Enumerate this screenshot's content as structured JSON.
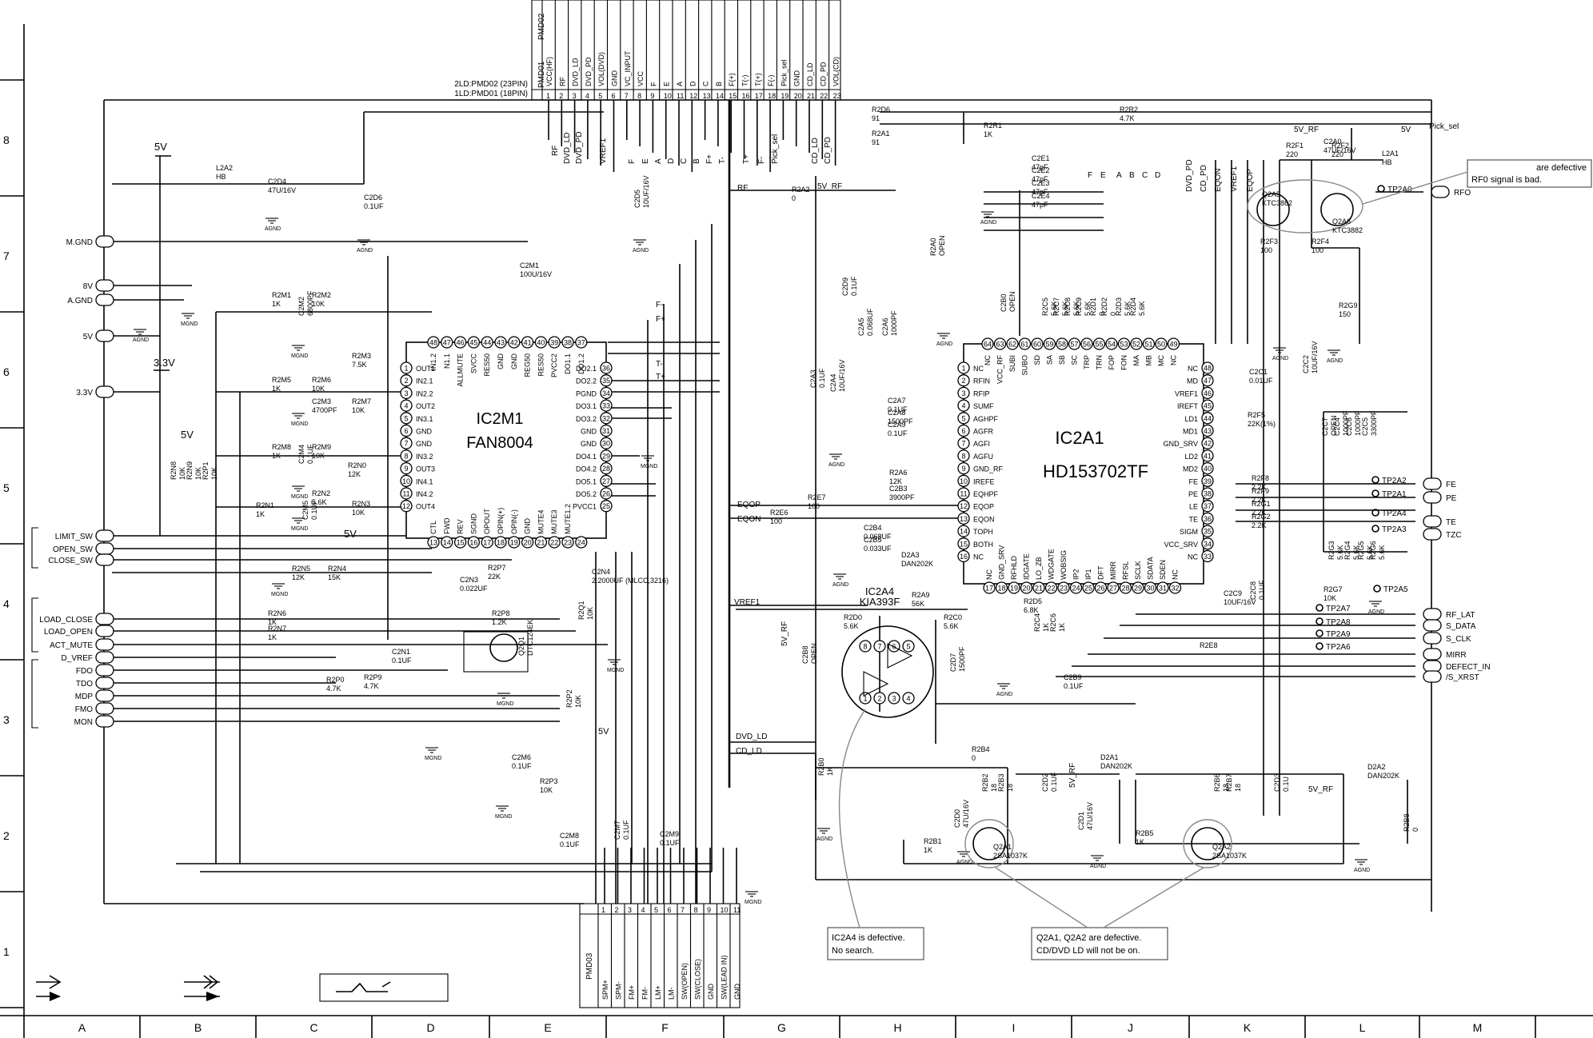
{
  "grid": {
    "rows": [
      "8",
      "7",
      "6",
      "5",
      "4",
      "3",
      "2",
      "1"
    ],
    "cols": [
      "A",
      "B",
      "C",
      "D",
      "E",
      "F",
      "G",
      "H",
      "I",
      "J",
      "K",
      "L",
      "M"
    ]
  },
  "header_connector": {
    "name_top": "PMD02",
    "name_bottom": "PMD01",
    "caption_1": "2LD:PMD02 (23PIN)",
    "caption_2": "1LD:PMD01 (18PIN)",
    "signals": [
      "VCC(HF)",
      "RF",
      "DVD_LD",
      "DVD_PD",
      "VOL(DVD)",
      "GND",
      "VC_INPUT",
      "VCC",
      "F",
      "E",
      "A",
      "D",
      "C",
      "B",
      "F(+)",
      "T(-)",
      "T(+)",
      "F(-)",
      "Pick_sel",
      "GND",
      "CD_LD",
      "CD_PD",
      "VOL(CD)"
    ],
    "pins": [
      "1",
      "2",
      "3",
      "4",
      "5",
      "6",
      "7",
      "8",
      "9",
      "10",
      "11",
      "12",
      "13",
      "14",
      "15",
      "16",
      "17",
      "18",
      "19",
      "20",
      "21",
      "22",
      "23"
    ]
  },
  "bottom_connector": {
    "name": "PMD03",
    "signals": [
      "SPM+",
      "SPM-",
      "FM+",
      "FM-",
      "LM+",
      "LM-",
      "SW(OPEN)",
      "SW(CLOSE)",
      "GND",
      "SW(LEAD IN)",
      "GND"
    ],
    "pins": [
      "1",
      "2",
      "3",
      "4",
      "5",
      "6",
      "7",
      "8",
      "9",
      "10",
      "11"
    ]
  },
  "ic2m1": {
    "ref": "IC2M1",
    "part": "FAN8004",
    "left_pins": [
      {
        "n": "1",
        "name": "OUT1"
      },
      {
        "n": "2",
        "name": "IN2.1"
      },
      {
        "n": "3",
        "name": "IN2.2"
      },
      {
        "n": "4",
        "name": "OUT2"
      },
      {
        "n": "5",
        "name": "IN3.1"
      },
      {
        "n": "6",
        "name": "GND"
      },
      {
        "n": "7",
        "name": "GND"
      },
      {
        "n": "8",
        "name": "IN3.2"
      },
      {
        "n": "9",
        "name": "OUT3"
      },
      {
        "n": "10",
        "name": "IN4.1"
      },
      {
        "n": "11",
        "name": "IN4.2"
      },
      {
        "n": "12",
        "name": "OUT4"
      }
    ],
    "top_pins": [
      {
        "n": "48",
        "name": "IN1.2"
      },
      {
        "n": "47",
        "name": "N1.1"
      },
      {
        "n": "46",
        "name": "ALLMUTE"
      },
      {
        "n": "45",
        "name": "SVCC"
      },
      {
        "n": "44",
        "name": "RES50"
      },
      {
        "n": "43",
        "name": "GND"
      },
      {
        "n": "42",
        "name": "GND"
      },
      {
        "n": "41",
        "name": "REG50"
      },
      {
        "n": "40",
        "name": "RES50"
      },
      {
        "n": "39",
        "name": "PVCC2"
      },
      {
        "n": "38",
        "name": "DO1.1"
      },
      {
        "n": "37",
        "name": "DO1.2"
      }
    ],
    "right_pins": [
      {
        "n": "36",
        "name": "DO2.1"
      },
      {
        "n": "35",
        "name": "DO2.2"
      },
      {
        "n": "34",
        "name": "PGND"
      },
      {
        "n": "33",
        "name": "DO3.1"
      },
      {
        "n": "32",
        "name": "DO3.2"
      },
      {
        "n": "31",
        "name": "GND"
      },
      {
        "n": "30",
        "name": "GND"
      },
      {
        "n": "29",
        "name": "DO4.1"
      },
      {
        "n": "28",
        "name": "DO4.2"
      },
      {
        "n": "27",
        "name": "DO5.1"
      },
      {
        "n": "26",
        "name": "DO5.2"
      },
      {
        "n": "25",
        "name": "PVCC1"
      }
    ],
    "bottom_pins": [
      {
        "n": "13",
        "name": "CTL"
      },
      {
        "n": "14",
        "name": "FWD"
      },
      {
        "n": "15",
        "name": "REV"
      },
      {
        "n": "16",
        "name": "SGND"
      },
      {
        "n": "17",
        "name": "OPOUT"
      },
      {
        "n": "18",
        "name": "OPIN(+)"
      },
      {
        "n": "19",
        "name": "OPIN(-)"
      },
      {
        "n": "20",
        "name": "GND"
      },
      {
        "n": "21",
        "name": "MUTE4"
      },
      {
        "n": "22",
        "name": "MUTE3"
      },
      {
        "n": "23",
        "name": "MUTE1.2"
      },
      {
        "n": "24",
        "name": ""
      }
    ]
  },
  "ic2a1": {
    "ref": "IC2A1",
    "part": "HD153702TF",
    "left_pins": [
      {
        "n": "1",
        "name": "NC"
      },
      {
        "n": "2",
        "name": "RFIN"
      },
      {
        "n": "3",
        "name": "RFIP"
      },
      {
        "n": "4",
        "name": "SUMF"
      },
      {
        "n": "5",
        "name": "AGHPF"
      },
      {
        "n": "6",
        "name": "AGFR"
      },
      {
        "n": "7",
        "name": "AGFI"
      },
      {
        "n": "8",
        "name": "AGFU"
      },
      {
        "n": "9",
        "name": "GND_RF"
      },
      {
        "n": "10",
        "name": "IREFE"
      },
      {
        "n": "11",
        "name": "EQHPF"
      },
      {
        "n": "12",
        "name": "EQOP"
      },
      {
        "n": "13",
        "name": "EQON"
      },
      {
        "n": "14",
        "name": "TOPH"
      },
      {
        "n": "15",
        "name": "BOTH"
      },
      {
        "n": "16",
        "name": "NC"
      }
    ],
    "top_pins": [
      {
        "n": "64",
        "name": "NC"
      },
      {
        "n": "63",
        "name": "VCC_RF"
      },
      {
        "n": "62",
        "name": "SUBI"
      },
      {
        "n": "61",
        "name": "SUBO"
      },
      {
        "n": "60",
        "name": "SD"
      },
      {
        "n": "59",
        "name": "SA"
      },
      {
        "n": "58",
        "name": "SB"
      },
      {
        "n": "57",
        "name": "SC"
      },
      {
        "n": "56",
        "name": "TRP"
      },
      {
        "n": "55",
        "name": "TRN"
      },
      {
        "n": "54",
        "name": "FOP"
      },
      {
        "n": "53",
        "name": "FON"
      },
      {
        "n": "52",
        "name": "MA"
      },
      {
        "n": "51",
        "name": "MB"
      },
      {
        "n": "50",
        "name": "MC"
      },
      {
        "n": "49",
        "name": "NC"
      }
    ],
    "right_pins": [
      {
        "n": "48",
        "name": "NC"
      },
      {
        "n": "47",
        "name": "MD"
      },
      {
        "n": "46",
        "name": "VREF1"
      },
      {
        "n": "45",
        "name": "IREFT"
      },
      {
        "n": "44",
        "name": "LD1"
      },
      {
        "n": "43",
        "name": "MD1"
      },
      {
        "n": "42",
        "name": "GND_SRV"
      },
      {
        "n": "41",
        "name": "LD2"
      },
      {
        "n": "40",
        "name": "MD2"
      },
      {
        "n": "39",
        "name": "FE"
      },
      {
        "n": "38",
        "name": "PE"
      },
      {
        "n": "37",
        "name": "LE"
      },
      {
        "n": "36",
        "name": "TE"
      },
      {
        "n": "35",
        "name": "SIGM"
      },
      {
        "n": "34",
        "name": "VCC_SRV"
      },
      {
        "n": "33",
        "name": "NC"
      }
    ],
    "bottom_pins": [
      {
        "n": "17",
        "name": "NC"
      },
      {
        "n": "18",
        "name": "GND_SRV"
      },
      {
        "n": "19",
        "name": "RFHLD"
      },
      {
        "n": "20",
        "name": "IDGATE"
      },
      {
        "n": "21",
        "name": "LO_ZB"
      },
      {
        "n": "22",
        "name": "WDGATE"
      },
      {
        "n": "23",
        "name": "WOBSIG"
      },
      {
        "n": "24",
        "name": "IP2"
      },
      {
        "n": "25",
        "name": "IP1"
      },
      {
        "n": "26",
        "name": "DFT"
      },
      {
        "n": "27",
        "name": "MIRR"
      },
      {
        "n": "28",
        "name": "RFSL"
      },
      {
        "n": "29",
        "name": "SCLK"
      },
      {
        "n": "30",
        "name": "SDATA"
      },
      {
        "n": "31",
        "name": "SDEN"
      },
      {
        "n": "32",
        "name": "NC"
      }
    ]
  },
  "ic2a4": {
    "ref": "IC2A4",
    "part": "KIA393F",
    "top_pins": [
      "8",
      "7",
      "6",
      "5"
    ],
    "bottom_pins": [
      "1",
      "2",
      "3",
      "4"
    ]
  },
  "left_signals": [
    "M.GND",
    "8V",
    "A.GND",
    "5V",
    "3.3V",
    "LIMIT_SW",
    "OPEN_SW",
    "CLOSE_SW",
    "LOAD_CLOSE",
    "LOAD_OPEN",
    "ACT_MUTE",
    "D_VREF",
    "FDO",
    "TDO",
    "MDP",
    "FMO",
    "MON"
  ],
  "right_signals": [
    "Pick_sel",
    "RFO",
    "FE",
    "PE",
    "TE",
    "TZC",
    "RF_LAT",
    "S_DATA",
    "S_CLK",
    "MIRR",
    "DEFECT_IN",
    "/S_XRST"
  ],
  "test_points": [
    "TP2A0",
    "TP2A2",
    "TP2A1",
    "TP2A4",
    "TP2A3",
    "TP2A5",
    "TP2A7",
    "TP2A8",
    "TP2A9",
    "TP2A6"
  ],
  "net_labels": [
    "RF",
    "DVD_LD",
    "DVD_PD",
    "VREF1",
    "F",
    "E",
    "A",
    "D",
    "C",
    "B",
    "F+",
    "T-",
    "T+",
    "F-",
    "Pick_sel",
    "CD_LD",
    "CD_PD",
    "F-",
    "F+",
    "T-",
    "T+",
    "EQOP",
    "EQON",
    "VREF1",
    "DVD_LD",
    "CD_LD",
    "RF",
    "F",
    "E",
    "A",
    "B",
    "C",
    "D",
    "DVD_PD",
    "CD_PD",
    "EQON",
    "VREF1",
    "EQOP"
  ],
  "components": [
    {
      "ref": "L2A2",
      "value": "HB"
    },
    {
      "ref": "C2D4",
      "value": "47U/16V"
    },
    {
      "ref": "C2D6",
      "value": "0.1UF"
    },
    {
      "ref": "C2D5",
      "value": "10UF/16V"
    },
    {
      "ref": "R2D6",
      "value": "91"
    },
    {
      "ref": "R2A1",
      "value": "91"
    },
    {
      "ref": "R2R1",
      "value": "1K"
    },
    {
      "ref": "R2R2",
      "value": "4.7K"
    },
    {
      "ref": "C2M1",
      "value": "100U/16V"
    },
    {
      "ref": "R2M1",
      "value": "1K"
    },
    {
      "ref": "R2M2",
      "value": "10K"
    },
    {
      "ref": "C2M2",
      "value": "6800PF"
    },
    {
      "ref": "R2M3",
      "value": "7.5K"
    },
    {
      "ref": "R2M5",
      "value": "1K"
    },
    {
      "ref": "R2M6",
      "value": "10K"
    },
    {
      "ref": "C2M3",
      "value": "4700PF"
    },
    {
      "ref": "R2M7",
      "value": "10K"
    },
    {
      "ref": "R2M8",
      "value": "1K"
    },
    {
      "ref": "R2M9",
      "value": "10K"
    },
    {
      "ref": "C2M4",
      "value": "0.1UF"
    },
    {
      "ref": "R2N0",
      "value": "12K"
    },
    {
      "ref": "R2N1",
      "value": "1K"
    },
    {
      "ref": "R2N2",
      "value": "5.6K"
    },
    {
      "ref": "R2N3",
      "value": "10K"
    },
    {
      "ref": "C2M5",
      "value": "0.1UF"
    },
    {
      "ref": "R2N5",
      "value": "12K"
    },
    {
      "ref": "R2N4",
      "value": "15K"
    },
    {
      "ref": "R2N8",
      "value": "10K"
    },
    {
      "ref": "R2N9",
      "value": "10K"
    },
    {
      "ref": "R2P1",
      "value": "10K"
    },
    {
      "ref": "R2N6",
      "value": "1K"
    },
    {
      "ref": "R2N7",
      "value": "1K"
    },
    {
      "ref": "C2N3",
      "value": "0.022UF"
    },
    {
      "ref": "R2P7",
      "value": "22K"
    },
    {
      "ref": "R2P8",
      "value": "1.2K"
    },
    {
      "ref": "C2N4",
      "value": "2.2000UF (MLCC,3216)"
    },
    {
      "ref": "R2Q1",
      "value": "10K"
    },
    {
      "ref": "Q2Q1",
      "value": "DTC124EK"
    },
    {
      "ref": "C2N1",
      "value": "0.1UF"
    },
    {
      "ref": "R2P0",
      "value": "4.7K"
    },
    {
      "ref": "R2P9",
      "value": "4.7K"
    },
    {
      "ref": "R2P2",
      "value": "10K"
    },
    {
      "ref": "C2M6",
      "value": "0.1UF"
    },
    {
      "ref": "R2P3",
      "value": "10K"
    },
    {
      "ref": "C2M8",
      "value": "0.1UF"
    },
    {
      "ref": "C2M7",
      "value": "0.1UF"
    },
    {
      "ref": "C2M9",
      "value": "0.1UF"
    },
    {
      "ref": "R2A2",
      "value": "0"
    },
    {
      "ref": "C2D9",
      "value": "0.1UF"
    },
    {
      "ref": "R2A0",
      "value": "OPEN"
    },
    {
      "ref": "C2A5",
      "value": "0.068UF"
    },
    {
      "ref": "C2A6",
      "value": "1000PF"
    },
    {
      "ref": "C2A3",
      "value": "0.1UF"
    },
    {
      "ref": "C2A4",
      "value": "10UF/16V"
    },
    {
      "ref": "C2A7",
      "value": "0.1UF"
    },
    {
      "ref": "C2A8",
      "value": "1500PF"
    },
    {
      "ref": "C2A9",
      "value": "0.1UF"
    },
    {
      "ref": "R2A6",
      "value": "12K"
    },
    {
      "ref": "C2B3",
      "value": "3900PF"
    },
    {
      "ref": "R2E7",
      "value": "100"
    },
    {
      "ref": "R2E6",
      "value": "100"
    },
    {
      "ref": "C2B4",
      "value": "0.068UF"
    },
    {
      "ref": "C2B5",
      "value": "0.033UF"
    },
    {
      "ref": "D2A3",
      "value": "DAN202K"
    },
    {
      "ref": "C2E1",
      "value": "47pF"
    },
    {
      "ref": "C2E2",
      "value": "47pF"
    },
    {
      "ref": "C2E3",
      "value": "47pF"
    },
    {
      "ref": "C2E4",
      "value": "47pF"
    },
    {
      "ref": "C2B0",
      "value": "OPEN"
    },
    {
      "ref": "R2C5",
      "value": "5.6K"
    },
    {
      "ref": "R2C7",
      "value": "5.6K"
    },
    {
      "ref": "R2C8",
      "value": "5.6K"
    },
    {
      "ref": "R2C9",
      "value": "5.6K"
    },
    {
      "ref": "R2D1",
      "value": "0"
    },
    {
      "ref": "R2D2",
      "value": "0"
    },
    {
      "ref": "R2D3",
      "value": "5.6K"
    },
    {
      "ref": "R2D4",
      "value": "5.6K"
    },
    {
      "ref": "R2F1",
      "value": "220"
    },
    {
      "ref": "R2F2",
      "value": "220"
    },
    {
      "ref": "Q2A5",
      "value": "KTC3882"
    },
    {
      "ref": "Q2A6",
      "value": "KTC3882"
    },
    {
      "ref": "R2F3",
      "value": "100"
    },
    {
      "ref": "R2F4",
      "value": "100"
    },
    {
      "ref": "C2A0",
      "value": "47UF/16V"
    },
    {
      "ref": "L2A1",
      "value": "HB"
    },
    {
      "ref": "R2G9",
      "value": "150"
    },
    {
      "ref": "C2C1",
      "value": "0.01UF"
    },
    {
      "ref": "C2C2",
      "value": "10UF/16V"
    },
    {
      "ref": "R2F5",
      "value": "22K(1%)"
    },
    {
      "ref": "C2C7",
      "value": "OPEN"
    },
    {
      "ref": "C2C4",
      "value": "1000PF"
    },
    {
      "ref": "C2C6",
      "value": "1000PF"
    },
    {
      "ref": "C2C5",
      "value": "3300PF"
    },
    {
      "ref": "R2F8",
      "value": "2.2K"
    },
    {
      "ref": "R2F9",
      "value": "2.2K"
    },
    {
      "ref": "R2G1",
      "value": "2.2K"
    },
    {
      "ref": "R2G2",
      "value": "2.2K"
    },
    {
      "ref": "R2G3",
      "value": "5.6K"
    },
    {
      "ref": "R2G4",
      "value": "5.6K"
    },
    {
      "ref": "R2G5",
      "value": "5.6K"
    },
    {
      "ref": "R2G6",
      "value": "5.6K"
    },
    {
      "ref": "C2C9",
      "value": "10UF/16V"
    },
    {
      "ref": "C2C8",
      "value": "0.1UF"
    },
    {
      "ref": "R2G7",
      "value": "10K"
    },
    {
      "ref": "R2A9",
      "value": "56K"
    },
    {
      "ref": "R2D5",
      "value": "6.8K"
    },
    {
      "ref": "R2D0",
      "value": "5.6K"
    },
    {
      "ref": "R2C0",
      "value": "5.6K"
    },
    {
      "ref": "C2B8",
      "value": "OPEN"
    },
    {
      "ref": "C2D7",
      "value": "1500PF"
    },
    {
      "ref": "R2C4",
      "value": "1K"
    },
    {
      "ref": "R2C6",
      "value": "1K"
    },
    {
      "ref": "C2B9",
      "value": "0.1UF"
    },
    {
      "ref": "R2E8",
      "value": ""
    },
    {
      "ref": "R2B4",
      "value": "0"
    },
    {
      "ref": "R2B0",
      "value": "1K"
    },
    {
      "ref": "C2D0",
      "value": "47U/16V"
    },
    {
      "ref": "R2B2",
      "value": "18"
    },
    {
      "ref": "R2B3",
      "value": "18"
    },
    {
      "ref": "C2D2",
      "value": "0.1UF"
    },
    {
      "ref": "D2A1",
      "value": "DAN202K"
    },
    {
      "ref": "R2B1",
      "value": "1K"
    },
    {
      "ref": "Q2A1",
      "value": "2SA1037K"
    },
    {
      "ref": "C2D1",
      "value": "47U/16V"
    },
    {
      "ref": "R2B6",
      "value": "18"
    },
    {
      "ref": "R2B7",
      "value": "18"
    },
    {
      "ref": "C2D3",
      "value": "0.1U"
    },
    {
      "ref": "D2A2",
      "value": "DAN202K"
    },
    {
      "ref": "R2B5",
      "value": "1K"
    },
    {
      "ref": "Q2A2",
      "value": "2SA1037K"
    },
    {
      "ref": "R2B8",
      "value": "0"
    }
  ],
  "rails": {
    "v5": "5V",
    "v33": "3.3V",
    "v5rf": "5V_RF"
  },
  "ground_labels": {
    "agnd": "AGND",
    "mgnd": "MGND"
  },
  "notes": {
    "rf_line1": "are defective",
    "rf_line2": "RF0 signal is bad.",
    "ic2a4_line1": "IC2A4 is defective.",
    "ic2a4_line2": "No search.",
    "q2a_line1": "Q2A1, Q2A2 are defective.",
    "q2a_line2": "CD/DVD LD will not be on."
  }
}
